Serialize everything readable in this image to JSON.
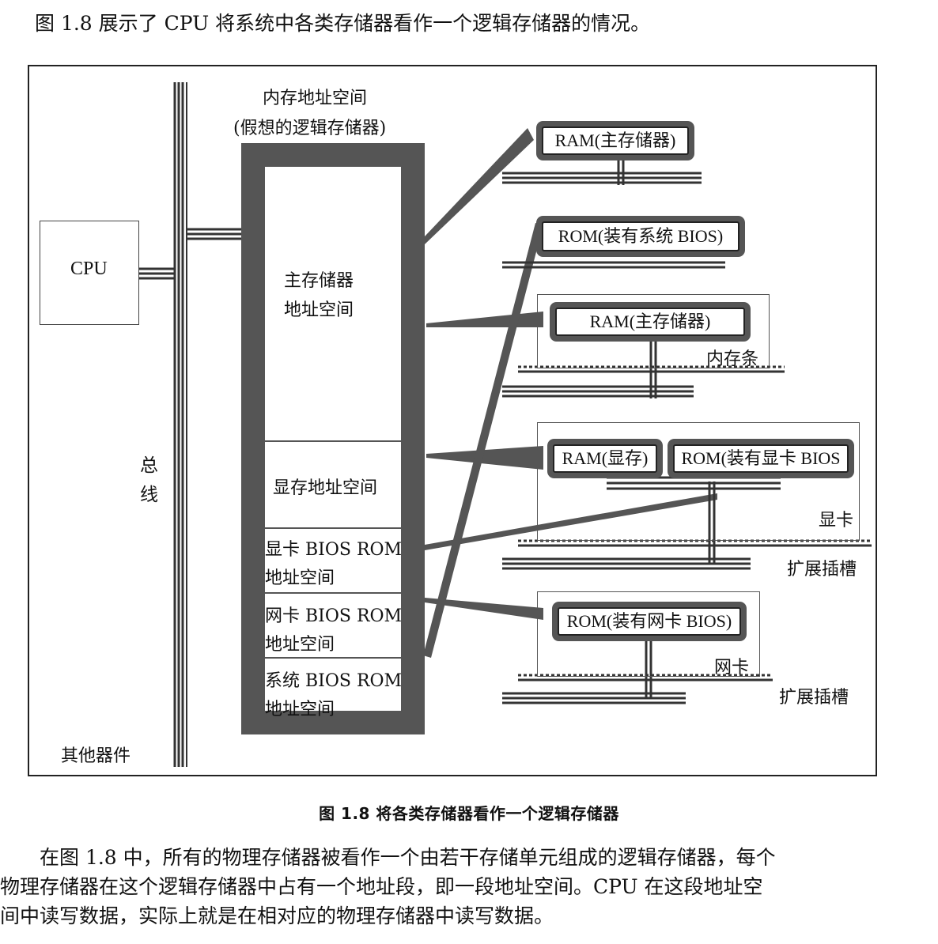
{
  "intro": "图 1.8 展示了 CPU 将系统中各类存储器看作一个逻辑存储器的情况。",
  "diagram": {
    "cpu": "CPU",
    "bus": [
      "总",
      "线"
    ],
    "other_devices": "其他器件",
    "mem_title": [
      "内存地址空间",
      "(假想的逻辑存储器)"
    ],
    "segments": {
      "main": [
        "主存储器",
        "地址空间"
      ],
      "vram": "显存地址空间",
      "vga_rom": [
        "显卡 BIOS ROM",
        "地址空间"
      ],
      "nic_rom": [
        "网卡 BIOS ROM",
        "地址空间"
      ],
      "sys_rom": [
        "系统 BIOS ROM",
        "地址空间"
      ]
    },
    "chips": {
      "ram_main1": "RAM(主存储器)",
      "rom_sys": "ROM(装有系统 BIOS)",
      "ram_main2": "RAM(主存储器)",
      "ram_vram": "RAM(显存)",
      "rom_vga": "ROM(装有显卡 BIOS",
      "rom_nic": "ROM(装有网卡 BIOS)"
    },
    "labels": {
      "memory_stick": "内存条",
      "graphics_card": "显卡",
      "expansion_slot_1": "扩展插槽",
      "network_card": "网卡",
      "expansion_slot_2": "扩展插槽"
    }
  },
  "caption": "图 1.8    将各类存储器看作一个逻辑存储器",
  "paragraph": [
    "在图 1.8 中，所有的物理存储器被看作一个由若干存储单元组成的逻辑存储器，每个",
    "物理存储器在这个逻辑存储器中占有一个地址段，即一段地址空间。CPU 在这段地址空",
    "间中读写数据，实际上就是在相对应的物理存储器中读写数据。"
  ]
}
